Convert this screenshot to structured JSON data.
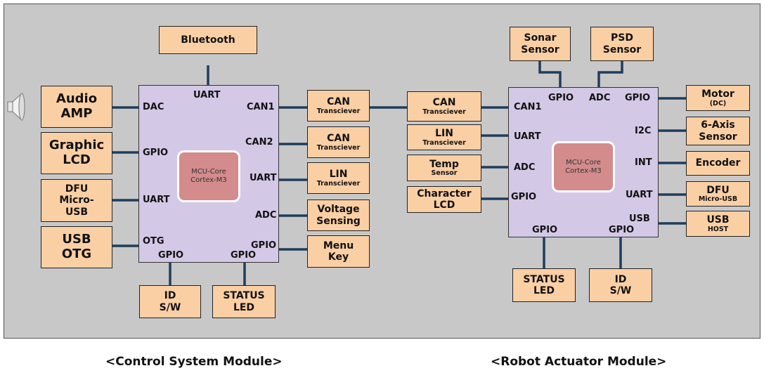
{
  "colors": {
    "panel": "#c8c8c8",
    "box": "#fbcfa4",
    "mcu": "#d3c8e6",
    "core": "#d48b8c",
    "wire": "#1f3d5c"
  },
  "left": {
    "core": {
      "line1": "MCU-Core",
      "line2": "Cortex-M3"
    },
    "pins": {
      "uart_top": "UART",
      "dac": "DAC",
      "gpio1": "GPIO",
      "uart1": "UART",
      "otg": "OTG",
      "gpio_bottom1": "GPIO",
      "gpio_bottom2": "GPIO",
      "can1": "CAN1",
      "can2": "CAN2",
      "uart2": "UART",
      "adc": "ADC",
      "gpio2": "GPIO"
    },
    "boxes": {
      "bluetooth": "Bluetooth",
      "audio_l1": "Audio",
      "audio_l2": "AMP",
      "graphic_l1": "Graphic",
      "graphic_l2": "LCD",
      "dfu_l1": "DFU",
      "dfu_l2": "Micro-",
      "dfu_l3": "USB",
      "usb_l1": "USB",
      "usb_l2": "OTG",
      "id_l1": "ID",
      "id_l2": "S/W",
      "status_l1": "STATUS",
      "status_l2": "LED",
      "can1_main": "CAN",
      "can1_sub": "Transciever",
      "can2_main": "CAN",
      "can2_sub": "Transciever",
      "lin_main": "LIN",
      "lin_sub": "Transciever",
      "volt_l1": "Voltage",
      "volt_l2": "Sensing",
      "menu_l1": "Menu",
      "menu_l2": "Key"
    },
    "caption": "<Control System Module>"
  },
  "right": {
    "core": {
      "line1": "MCU-Core",
      "line2": "Cortex-M3"
    },
    "pins": {
      "gpio_top": "GPIO",
      "adc_top": "ADC",
      "gpio_tr": "GPIO",
      "can1": "CAN1",
      "uart": "UART",
      "adc": "ADC",
      "gpio_l": "GPIO",
      "i2c": "I2C",
      "int": "INT",
      "uart_r": "UART",
      "usb": "USB",
      "gpio_b1": "GPIO",
      "gpio_b2": "GPIO"
    },
    "boxes": {
      "sonar_l1": "Sonar",
      "sonar_l2": "Sensor",
      "psd_l1": "PSD",
      "psd_l2": "Sensor",
      "can_main": "CAN",
      "can_sub": "Transciever",
      "lin_main": "LIN",
      "lin_sub": "Transciever",
      "temp_main": "Temp",
      "temp_sub": "Sensor",
      "char_l1": "Character",
      "char_l2": "LCD",
      "motor_main": "Motor",
      "motor_sub": "(DC)",
      "axis_l1": "6-Axis",
      "axis_l2": "Sensor",
      "encoder": "Encoder",
      "dfu_main": "DFU",
      "dfu_sub": "Micro-USB",
      "usb_main": "USB",
      "usb_sub": "HOST",
      "status_l1": "STATUS",
      "status_l2": "LED",
      "id_l1": "ID",
      "id_l2": "S/W"
    },
    "caption": "<Robot Actuator Module>"
  },
  "icons": {
    "speaker": "speaker-icon"
  }
}
